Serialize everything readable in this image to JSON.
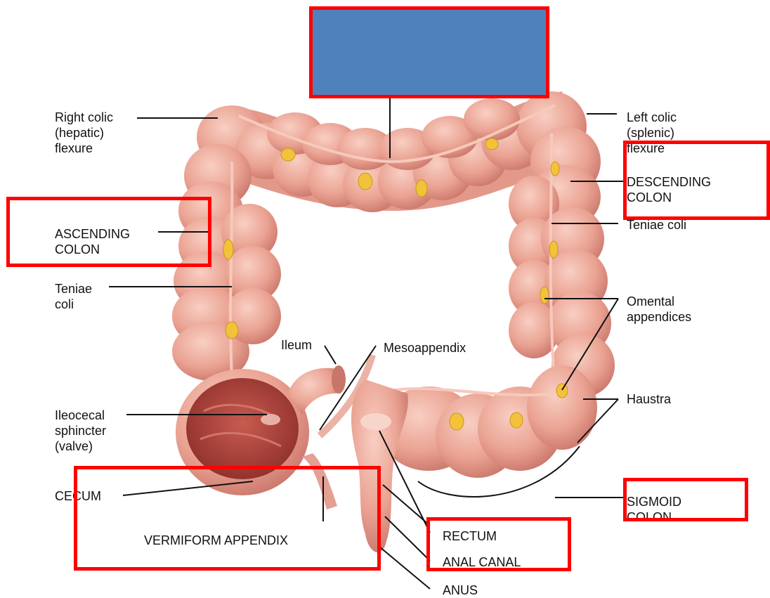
{
  "colors": {
    "annotation_box": "#ff0000",
    "cover_box": "#4f81bd",
    "colon": "#e9a193",
    "colon_dark": "#c97264",
    "fat_appendices": "#f2c23a",
    "cecum_interior": "#a9413a",
    "leader_lines": "#111111"
  },
  "labels": {
    "right_colic": "Right colic\n(hepatic)\nflexure",
    "left_colic": "Left colic\n(splenic)\nflexure",
    "descending_colon": "DESCENDING\nCOLON",
    "teniae_coli_right": "Teniae coli",
    "ascending_colon": "ASCENDING\nCOLON",
    "teniae_coli_left": "Teniae\ncoli",
    "omental_appendices": "Omental\nappendices",
    "ileum": "Ileum",
    "mesoappendix": "Mesoappendix",
    "haustra": "Haustra",
    "ileocecal_sphincter": "Ileocecal\nsphincter\n(valve)",
    "cecum": "CECUM",
    "sigmoid_colon": "SIGMOID\nCOLON",
    "vermiform_appendix": "VERMIFORM APPENDIX",
    "rectum": "RECTUM",
    "anal_canal": "ANAL CANAL",
    "anus": "ANUS"
  }
}
